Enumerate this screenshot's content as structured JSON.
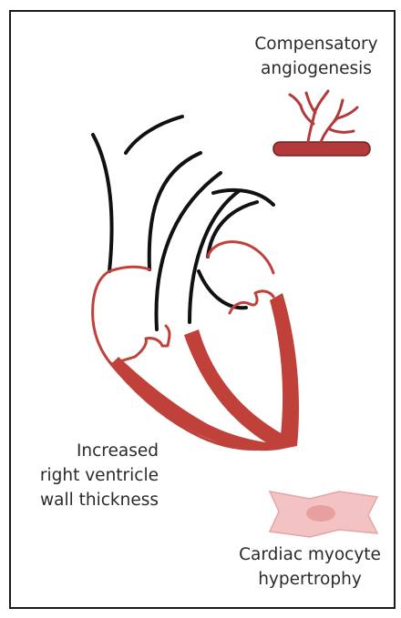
{
  "labels": {
    "angiogenesis": {
      "line1": "Compensatory",
      "line2": "angiogenesis"
    },
    "rv_wall": {
      "line1": "Increased",
      "line2": "right ventricle",
      "line3": "wall thickness"
    },
    "myocyte": {
      "line1": "Cardiac myocyte",
      "line2": "hypertrophy"
    }
  },
  "colors": {
    "heart_red": "#c0403a",
    "vessel_red": "#b23a3a",
    "outline": "#111111",
    "myocyte_pink": "#f3c3c3",
    "frame": "#1a1a1a"
  }
}
